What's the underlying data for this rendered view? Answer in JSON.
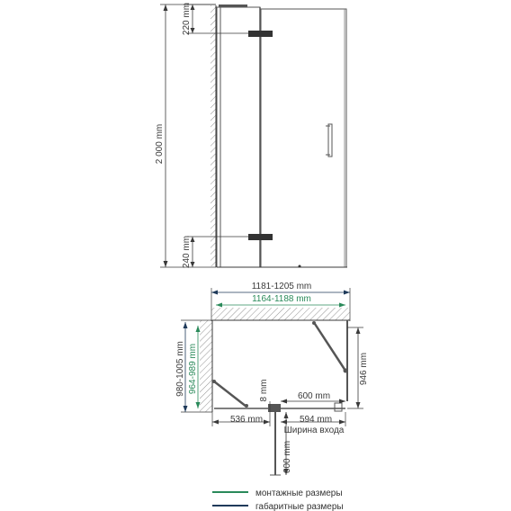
{
  "elevation": {
    "height_label": "2 000 mm",
    "top_hinge_offset_label": "220 mm",
    "bottom_hinge_offset_label": "240 mm"
  },
  "plan": {
    "overall_width_label": "1181-1205 mm",
    "mount_width_label": "1164-1188 mm",
    "overall_depth_label": "980-1005 mm",
    "mount_depth_label": "964-989 mm",
    "side_panel_label": "946 mm",
    "small_gap_label": "8 mm",
    "door_width_label": "600 mm",
    "fixed_left_label": "536 mm",
    "fixed_right_label": "594 mm",
    "entry_label": "Ширина входа",
    "door_swing_label": "600 mm"
  },
  "legend": {
    "items": [
      {
        "label": "монтажные размеры",
        "color": "#2a8a5a"
      },
      {
        "label": "габаритные размеры",
        "color": "#1f3a5a"
      }
    ]
  },
  "colors": {
    "line": "#3a3a3a",
    "profile": "#555555",
    "mount_dim": "#2a8a5a",
    "overall_dim": "#1f3a5a"
  }
}
